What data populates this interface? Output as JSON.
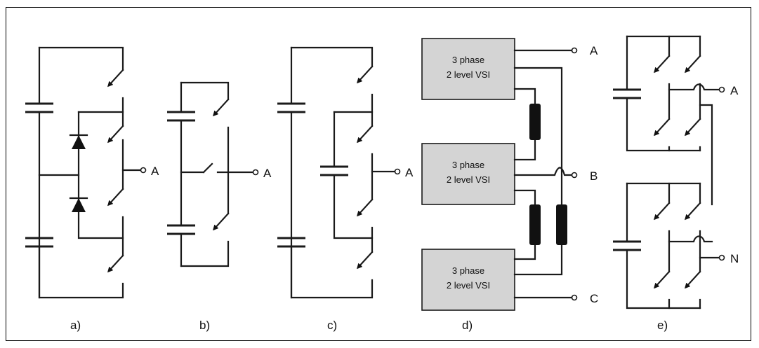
{
  "subfigures": {
    "a": {
      "caption": "a)",
      "terminal": "A"
    },
    "b": {
      "caption": "b)",
      "terminal": "A"
    },
    "c": {
      "caption": "c)",
      "terminal": "A"
    },
    "d": {
      "caption": "d)",
      "blocks": [
        {
          "line1": "3 phase",
          "line2": "2 level VSI"
        },
        {
          "line1": "3 phase",
          "line2": "2 level VSI"
        },
        {
          "line1": "3 phase",
          "line2": "2 level VSI"
        }
      ],
      "terminals": [
        "A",
        "B",
        "C"
      ]
    },
    "e": {
      "caption": "e)",
      "terminals": [
        "A",
        "N"
      ]
    }
  }
}
